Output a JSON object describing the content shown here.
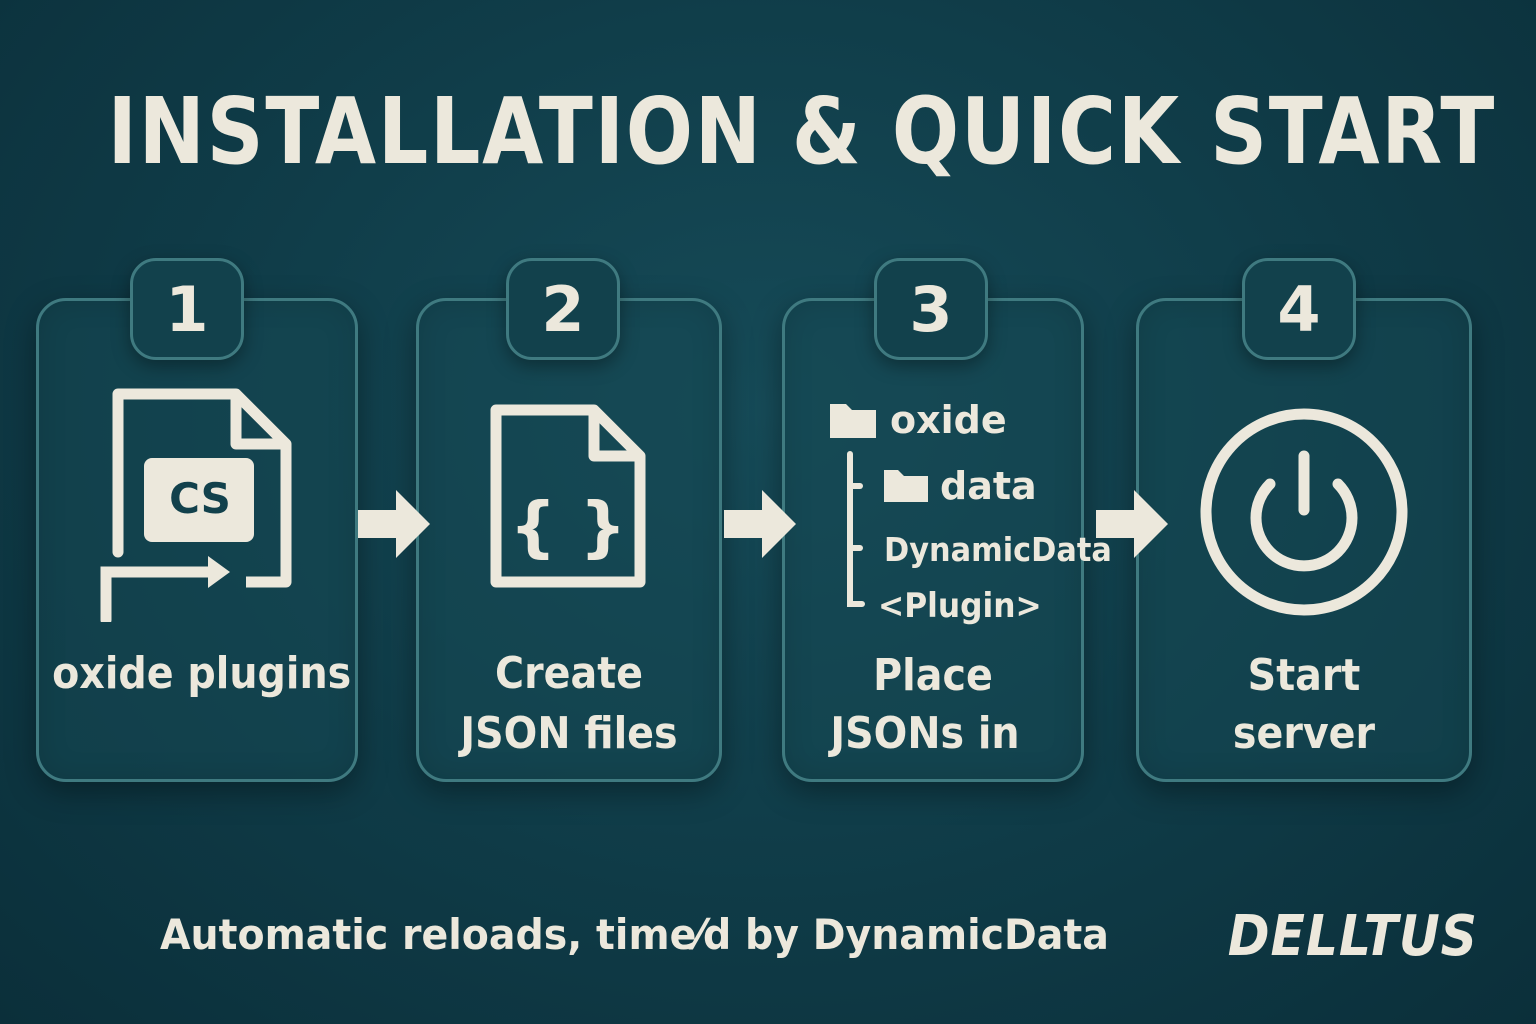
{
  "title": "INSTALLATION & QUICK START",
  "steps": [
    {
      "number": "1",
      "label": "oxide plugins",
      "icon": "cs-file-icon",
      "icon_text": "CS"
    },
    {
      "number": "2",
      "label_line1": "Create",
      "label_line2": "JSON files",
      "icon": "json-file-icon",
      "icon_text": "{ }"
    },
    {
      "number": "3",
      "label_line1": "Place",
      "label_line2": "JSONs in",
      "icon": "folder-tree-icon",
      "tree": {
        "root": "oxide",
        "child": "data",
        "item1": "DynamicData",
        "item2": "<Plugin>"
      }
    },
    {
      "number": "4",
      "label_line1": "Start",
      "label_line2": "server",
      "icon": "power-icon"
    }
  ],
  "footer": "Automatic reloads, time⁄d by DynamicData",
  "brand": "DELLTUS",
  "colors": {
    "background": "#0f3b47",
    "card_border": "#3f7a80",
    "foreground": "#ece8dc"
  }
}
